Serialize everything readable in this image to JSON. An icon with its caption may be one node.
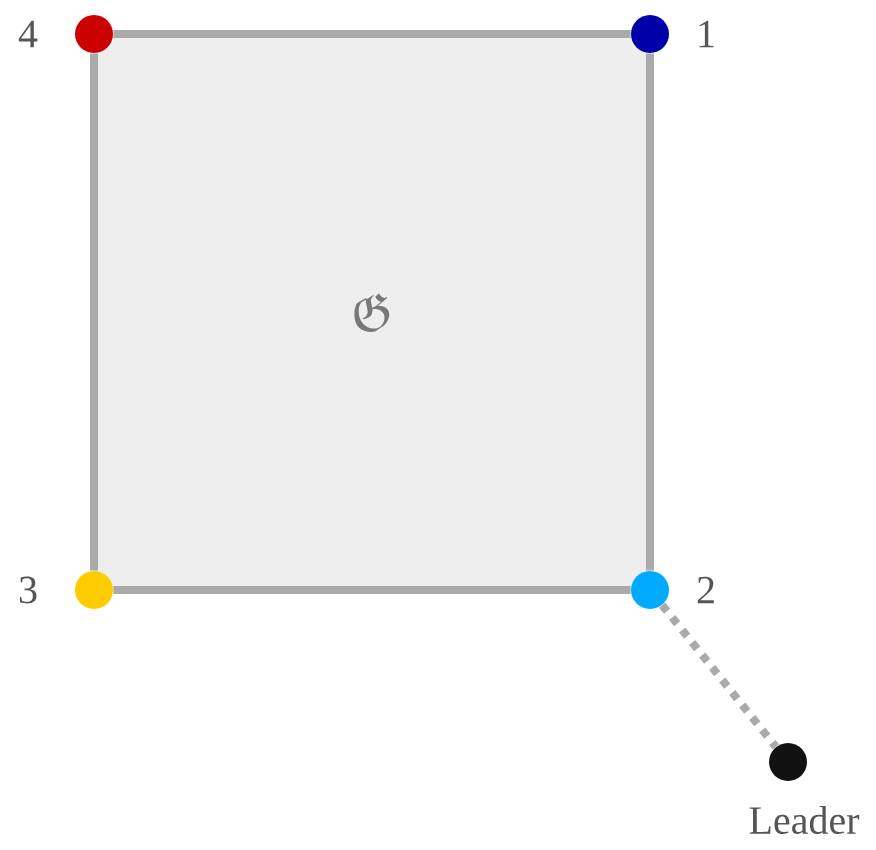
{
  "diagram": {
    "nodes": [
      {
        "text": [
          "\\mathfrak{G}"
        ]
      },
      {
        "text": [],
        "shape": "circle",
        "beside": [
          "4"
        ]
      },
      {
        "text": [],
        "shape": "circle",
        "beside": [
          "1"
        ]
      },
      {
        "text": [],
        "shape": "circle",
        "beside": [
          "3"
        ]
      },
      {
        "text": [],
        "shape": "circle",
        "beside": [
          "2"
        ]
      },
      {
        "text": [],
        "shape": "circle",
        "beside": [
          "Leader"
        ]
      }
    ],
    "edges": [
      {
        "from": 1,
        "to": 2,
        "arrow": "none"
      },
      {
        "from": 2,
        "to": 4,
        "arrow": "none"
      },
      {
        "from": 4,
        "to": 3,
        "arrow": "none"
      },
      {
        "from": 3,
        "to": 1,
        "arrow": "none"
      },
      {
        "from": 4,
        "to": 5,
        "arrow": "none",
        "style": "dashed"
      }
    ]
  }
}
